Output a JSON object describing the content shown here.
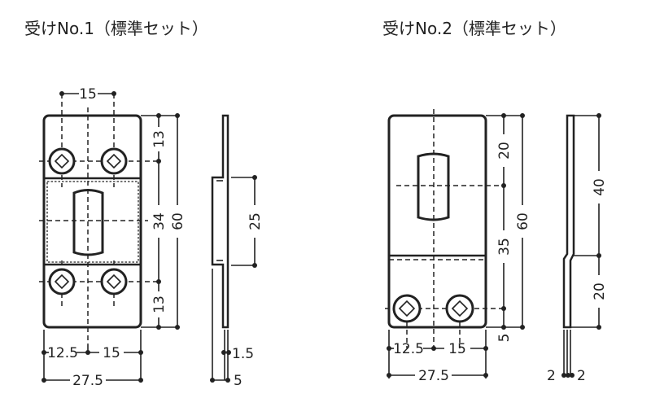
{
  "strike1": {
    "title": "受けNo.1（標準セット）",
    "dims": {
      "screw_spacing_top": "15",
      "top_margin": "13",
      "middle": "34",
      "total_height": "60",
      "bottom_margin": "13",
      "offset": "25",
      "left_offset": "12.5",
      "screw_spacing_bottom": "15",
      "width": "27.5",
      "thickness": "1.5",
      "depth": "5"
    }
  },
  "strike2": {
    "title": "受けNo.2（標準セット）",
    "dims": {
      "top": "20",
      "middle": "35",
      "total_height": "60",
      "bottom": "5",
      "upper": "40",
      "lower": "20",
      "left_offset": "12.5",
      "screw_spacing": "15",
      "width": "27.5",
      "thick_left": "2",
      "thick_right": "2"
    }
  }
}
